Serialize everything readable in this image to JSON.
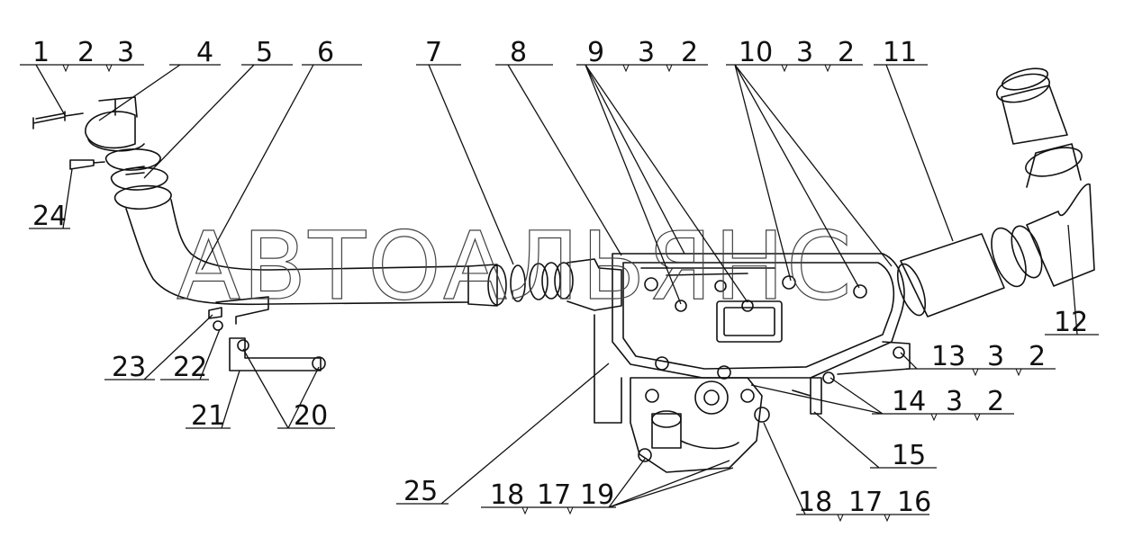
{
  "watermark": "АВТОАЛЬЯНС",
  "callouts": {
    "c1": [
      "1",
      "2",
      "3"
    ],
    "c4": "4",
    "c5": "5",
    "c6": "6",
    "c7": "7",
    "c8": "8",
    "c9": [
      "9",
      "3",
      "2"
    ],
    "c10": [
      "10",
      "3",
      "2"
    ],
    "c11": "11",
    "c12": "12",
    "c13": [
      "13",
      "3",
      "2"
    ],
    "c14": [
      "14",
      "3",
      "2"
    ],
    "c15": "15",
    "c16": [
      "18",
      "17",
      "16"
    ],
    "c19": [
      "18",
      "17",
      "19"
    ],
    "c20": "20",
    "c21": "21",
    "c22": "22",
    "c23": "23",
    "c24": "24",
    "c25": "25"
  }
}
